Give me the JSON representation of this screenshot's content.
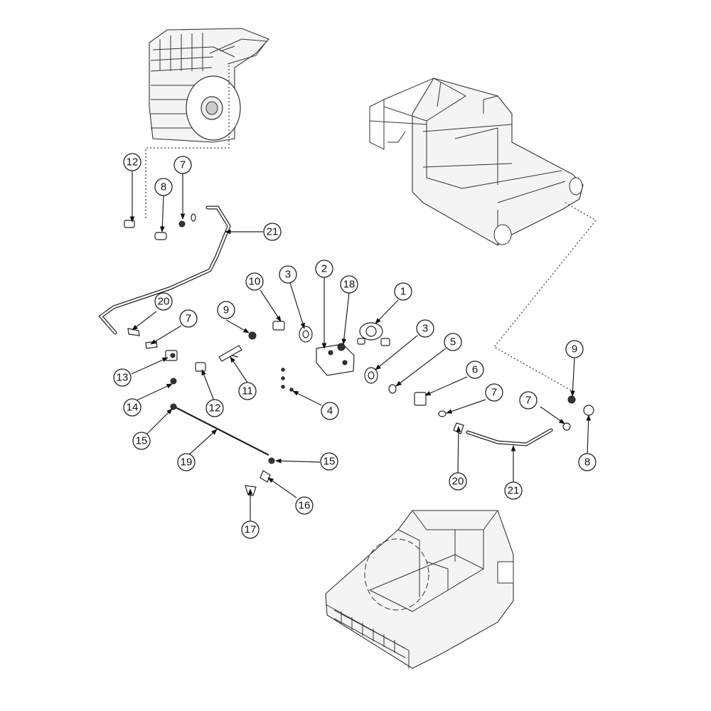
{
  "callouts": {
    "c1": "1",
    "c2": "2",
    "c3a": "3",
    "c3b": "3",
    "c4": "4",
    "c5": "5",
    "c6": "6",
    "c7a": "7",
    "c7b": "7",
    "c7c": "7",
    "c7d": "7",
    "c8a": "8",
    "c8b": "8",
    "c9a": "9",
    "c9b": "9",
    "c10": "10",
    "c11": "11",
    "c12a": "12",
    "c12b": "12",
    "c13": "13",
    "c14": "14",
    "c15a": "15",
    "c15b": "15",
    "c16": "16",
    "c17": "17",
    "c18": "18",
    "c19": "19",
    "c20a": "20",
    "c20b": "20",
    "c21a": "21",
    "c21b": "21"
  },
  "icons": [
    "arrow-head-icon",
    "hose-icon",
    "fitting-icon"
  ]
}
